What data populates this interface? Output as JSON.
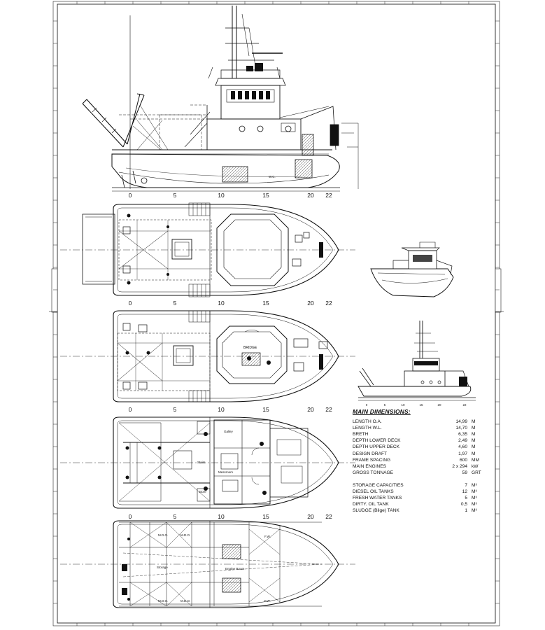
{
  "frame_scale": [
    "0",
    "5",
    "10",
    "15",
    "20",
    "22"
  ],
  "small_scale": [
    "0",
    "5",
    "10",
    "15",
    "20",
    "22"
  ],
  "room_labels": {
    "bridge": "BRIDGE",
    "galley": "Galley",
    "messroom": "Messroom",
    "store": "Store",
    "storage": "Storage",
    "engine_room": "Engine Room",
    "stairs": "Stairs",
    "wc": "W.C.",
    "fw": "F.W.",
    "mdo": "M.D.O."
  },
  "dimensions": {
    "title": "MAIN DIMENSIONS:",
    "rows": [
      {
        "label": "LENGTH O.A.",
        "value": "14,99",
        "unit": "M"
      },
      {
        "label": "LENGTH W.L.",
        "value": "14,70",
        "unit": "M"
      },
      {
        "label": "BRETH",
        "value": "6,35",
        "unit": "M"
      },
      {
        "label": "DEPTH LOWER DECK",
        "value": "2,49",
        "unit": "M"
      },
      {
        "label": "DEPTH UPPER DECK",
        "value": "4,60",
        "unit": "M"
      },
      {
        "label": "DESIGN DRAFT",
        "value": "1,97",
        "unit": "M"
      },
      {
        "label": "FRAME SPACING",
        "value": "600",
        "unit": "MM"
      },
      {
        "label": "MAIN ENGINES",
        "value": "2 x 294",
        "unit": "kW"
      },
      {
        "label": "GROSS TONNAGE",
        "value": "59",
        "unit": "GRT"
      }
    ],
    "capacities": [
      {
        "label": "STORAGE CAPACITIES",
        "value": "7",
        "unit": "M³"
      },
      {
        "label": "DIESEL OIL TANKS",
        "value": "12",
        "unit": "M³"
      },
      {
        "label": "FRESH WATER TANKS",
        "value": "5",
        "unit": "M³"
      },
      {
        "label": "DIRTY. OIL TANK",
        "value": "0,5",
        "unit": "M³"
      },
      {
        "label": "SLUDGE (Bilge) TANK",
        "value": "1",
        "unit": "M³"
      }
    ]
  }
}
